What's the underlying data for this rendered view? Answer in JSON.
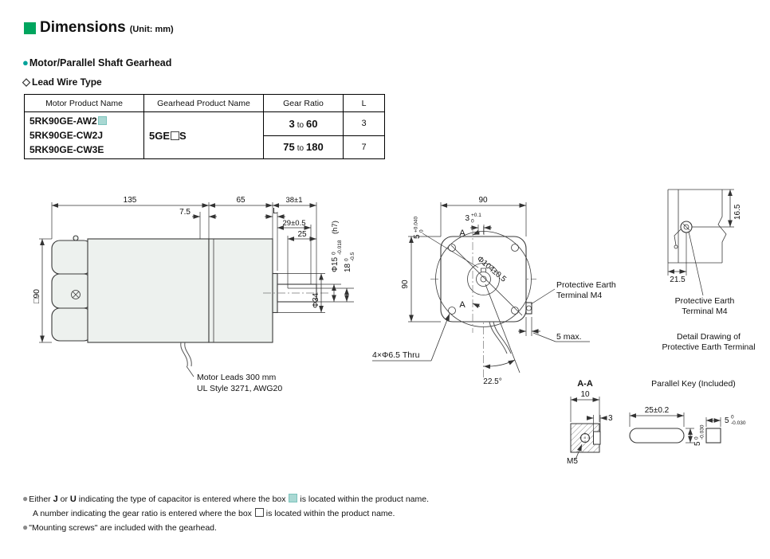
{
  "page": {
    "title": "Dimensions",
    "unit_label": "(Unit: mm)"
  },
  "glyphs": {
    "bullet": "●",
    "diamond": "◇",
    "note_bullet": "●"
  },
  "colors": {
    "accent_green": "#00a55e",
    "accent_teal": "#00a29a",
    "product_box_teal": "#a9d8d3"
  },
  "section": {
    "subtitle": "Motor/Parallel Shaft Gearhead",
    "lead_type": "Lead Wire Type"
  },
  "table": {
    "headers": [
      "Motor Product Name",
      "Gearhead Product Name",
      "Gear Ratio",
      "L"
    ],
    "motor_names": [
      "5RK90GE-AW2",
      "5RK90GE-CW2J",
      "5RK90GE-CW3E"
    ],
    "gearhead_prefix": "5GE",
    "gearhead_suffix": "S",
    "ratio_rows": [
      {
        "from": "3",
        "to_word": "to",
        "to_val": "60",
        "l": "3"
      },
      {
        "from": "75",
        "to_word": "to",
        "to_val": "180",
        "l": "7"
      }
    ]
  },
  "side_view": {
    "d135": "135",
    "d65": "65",
    "d38": "38±1",
    "d75": "7.5",
    "dL": "L",
    "d29": "29±0.5",
    "d25": "25",
    "sq90": "□90",
    "phi34": "Φ34",
    "phi15": "Φ15",
    "phi15_tol_top": "0",
    "phi15_tol_bot": "-0.018",
    "phi15_h7": "(h7)",
    "d18": "18",
    "d18_tol_top": "0",
    "d18_tol_bot": "-0.5",
    "leads1": "Motor Leads 300 mm",
    "leads2": "UL Style 3271, AWG20"
  },
  "front_view": {
    "d90_top": "90",
    "d90_left": "90",
    "d3": "3",
    "d3_tol_top": "+0.1",
    "d3_tol_bot": "0",
    "d5": "5",
    "d5_tol_top": "+0.040",
    "d5_tol_bot": "0",
    "a_top": "A",
    "a_bot": "A",
    "phi104": "Φ104±0.5",
    "earth1": "Protective Earth",
    "earth2": "Terminal M4",
    "holes": "4×Φ6.5 Thru",
    "d5max": "5 max.",
    "angle": "22.5°"
  },
  "detail_view": {
    "d165": "16.5",
    "d215": "21.5",
    "pe1": "Protective Earth",
    "pe2": "Terminal M4",
    "cap1": "Detail Drawing of",
    "cap2": "Protective Earth Terminal"
  },
  "section_aa": {
    "title": "A-A",
    "d10": "10",
    "d3": "3",
    "m5": "M5"
  },
  "parallel_key": {
    "title": "Parallel Key (Included)",
    "d25": "25±0.2",
    "d5a": "5",
    "d5a_tol_top": "0",
    "d5a_tol_bot": "-0.030",
    "d5b": "5",
    "d5b_tol_top": "0",
    "d5b_tol_bot": "-0.030"
  },
  "notes": {
    "n1_pre": "Either ",
    "n1_b1": "J",
    "n1_mid": " or ",
    "n1_b2": "U",
    "n1_post1": " indicating the type of capacitor is entered where the box ",
    "n1_post2": " is located within the product name.",
    "n2_pre": "A number indicating the gear ratio is entered where the box ",
    "n2_post": " is located within the product name.",
    "n3": "\"Mounting screws\" are included with the gearhead."
  }
}
